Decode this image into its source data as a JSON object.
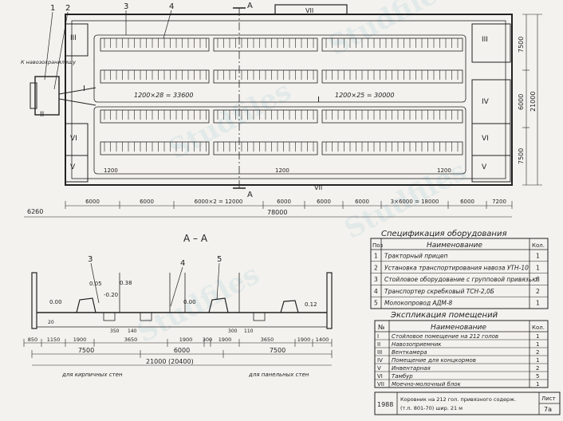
{
  "plan": {
    "callouts": [
      "1",
      "2",
      "3",
      "4"
    ],
    "section_mark": "А",
    "left_label": "К навозохранилищу",
    "room_codes_left": [
      "III",
      "I",
      "II",
      "VI",
      "V"
    ],
    "room_codes_right": [
      "III",
      "IV",
      "VI",
      "V"
    ],
    "room_code_top": "VII",
    "room_code_bottom": "VII",
    "row_label": "I",
    "dim_rows_left": "1200×28 = 33600",
    "dim_rows_right": "1200×25 = 30000",
    "dim_small_a": "1200",
    "dim_small_b": "1200",
    "dim_small_c": "1200",
    "right_dims": [
      "7500",
      "6000",
      "7500"
    ],
    "right_total": "21000",
    "left_offset": "6260",
    "bottom_dims": [
      "6000",
      "6000",
      "6000×2 = 12000",
      "6000",
      "6000",
      "6000",
      "3×6000 = 18000",
      "6000",
      "7200"
    ],
    "total_length": "78000"
  },
  "section": {
    "title": "А – А",
    "callouts": [
      "3",
      "4",
      "5"
    ],
    "elev_left": [
      "0.00",
      "0.05",
      "0.38"
    ],
    "elev_mid": "0.00",
    "elev_right": "0.12",
    "elev_neg": "-0.20",
    "small_dims": [
      "20",
      "350",
      "140",
      "300",
      "110"
    ],
    "dims_row1": [
      "850",
      "1150",
      "1900",
      "3650",
      "1900",
      "300",
      "1900",
      "3650",
      "1900",
      "1400"
    ],
    "dims_row2": [
      "7500",
      "6000",
      "7500"
    ],
    "total": "21000 (20400)",
    "label_left": "для кирпичных стен",
    "label_right": "для панельных стен"
  },
  "spec_equipment": {
    "title": "Спецификация оборудования",
    "col_pos": "Поз",
    "col_name": "Наименование",
    "col_qty": "Кол.",
    "rows": [
      {
        "pos": "1",
        "name": "Тракторный прицеп",
        "qty": "1"
      },
      {
        "pos": "2",
        "name": "Установка транспортирования навоза УТН-10",
        "qty": "1"
      },
      {
        "pos": "3",
        "name": "Стойловое оборудование с групповой привязью",
        "qty": "8"
      },
      {
        "pos": "4",
        "name": "Транспортер скребковый ТСН-2,0Б",
        "qty": "2"
      },
      {
        "pos": "5",
        "name": "Молокопровод АДМ-8",
        "qty": "1"
      }
    ]
  },
  "spec_rooms": {
    "title": "Экспликация помещений",
    "col_pos": "№",
    "col_name": "Наименование",
    "col_qty": "Кол.",
    "rows": [
      {
        "pos": "I",
        "name": "Стойловое помещение на 212 голов",
        "qty": "1"
      },
      {
        "pos": "II",
        "name": "Навозоприемник",
        "qty": "1"
      },
      {
        "pos": "III",
        "name": "Венткамера",
        "qty": "2"
      },
      {
        "pos": "IV",
        "name": "Помещение для концкормов",
        "qty": "1"
      },
      {
        "pos": "V",
        "name": "Инвентарная",
        "qty": "2"
      },
      {
        "pos": "VI",
        "name": "Тамбур",
        "qty": "5"
      },
      {
        "pos": "VII",
        "name": "Моечно-молочный блок",
        "qty": "1"
      }
    ]
  },
  "stamp": {
    "year": "1988",
    "text_line1": "Коровник на 212 гол. привязного содерж.",
    "text_line2": "(т.п. 801-70) шир. 21 м",
    "sheet_label": "Лист",
    "sheet_no": "7а"
  },
  "colors": {
    "ink": "#222222",
    "paper": "#f4f2ee",
    "watermark": "#4aa3c4"
  }
}
